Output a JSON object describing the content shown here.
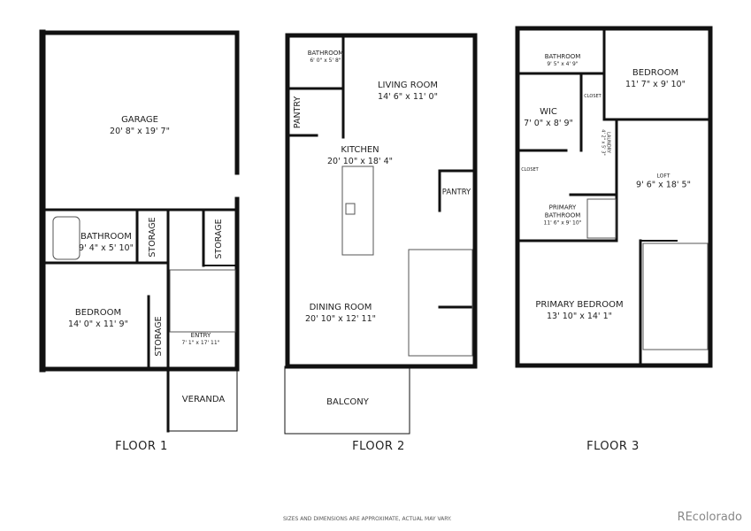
{
  "floors": [
    {
      "title": "FLOOR 1",
      "rooms": [
        {
          "name": "GARAGE",
          "dims": "20' 8\" x 19' 7\""
        },
        {
          "name": "BATHROOM",
          "dims": "9' 4\" x 5' 10\""
        },
        {
          "name": "STORAGE"
        },
        {
          "name": "STORAGE"
        },
        {
          "name": "BEDROOM",
          "dims": "14' 0\" x 11' 9\""
        },
        {
          "name": "STORAGE"
        },
        {
          "name": "ENTRY",
          "dims": "7' 1\" x 17' 11\""
        },
        {
          "name": "VERANDA"
        }
      ]
    },
    {
      "title": "FLOOR 2",
      "rooms": [
        {
          "name": "BATHROOM",
          "dims": "6' 0\" x 5' 8\""
        },
        {
          "name": "LIVING ROOM",
          "dims": "14' 6\" x 11' 0\""
        },
        {
          "name": "PANTRY"
        },
        {
          "name": "KITCHEN",
          "dims": "20' 10\" x 18' 4\""
        },
        {
          "name": "PANTRY"
        },
        {
          "name": "DINING ROOM",
          "dims": "20' 10\" x 12' 11\""
        },
        {
          "name": "BALCONY"
        }
      ]
    },
    {
      "title": "FLOOR 3",
      "rooms": [
        {
          "name": "BATHROOM",
          "dims": "9' 5\" x 4' 9\""
        },
        {
          "name": "BEDROOM",
          "dims": "11' 7\" x 9' 10\""
        },
        {
          "name": "CLOSET"
        },
        {
          "name": "WIC",
          "dims": "7' 0\" x 8' 9\""
        },
        {
          "name": "LAUNDRY",
          "dims": "4' 2\" x 5' 3\""
        },
        {
          "name": "CLOSET"
        },
        {
          "name": "LOFT",
          "dims": "9' 6\" x 18' 5\""
        },
        {
          "name": "PRIMARY BATHROOM",
          "dims": "11' 6\" x 9' 10\""
        },
        {
          "name": "PRIMARY BEDROOM",
          "dims": "13' 10\" x 14' 1\""
        }
      ]
    }
  ],
  "disclaimer": "SIZES AND DIMENSIONS ARE APPROXIMATE, ACTUAL MAY VARY.",
  "brand": "REcolorado"
}
